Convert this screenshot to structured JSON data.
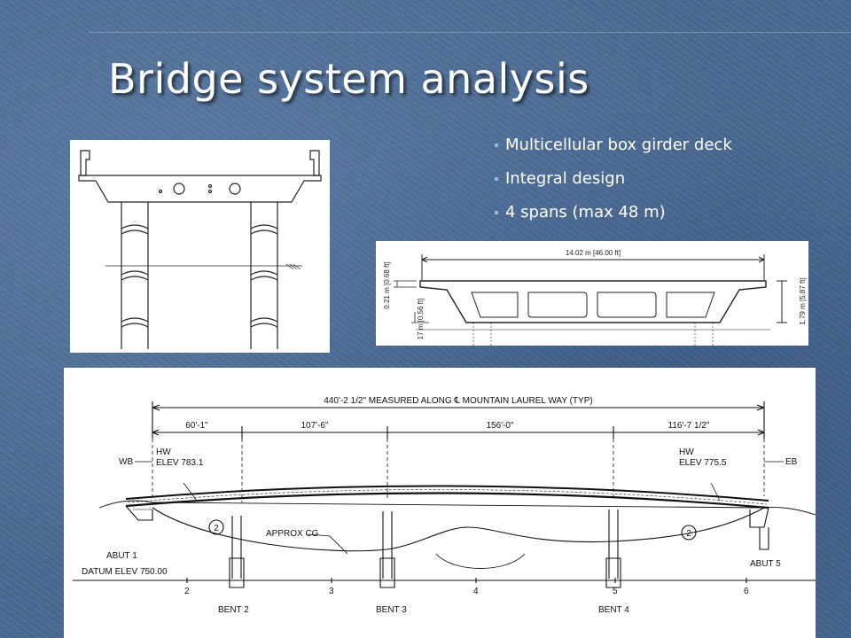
{
  "slide": {
    "title": "Bridge system analysis",
    "bullets": [
      "Multicellular box girder deck",
      "Integral design",
      "4 spans (max  48 m)"
    ]
  },
  "cross_section": {
    "width_label": "14.02 m [46.00 ft]",
    "depth_label": "1.79 m [5.87 ft]",
    "top_slab_label": "0.21 m [0.68 ft]",
    "bottom_slab_label": "17 m [0.56 ft]"
  },
  "elevation": {
    "total_length": "440'-2 1/2\" MEASURED ALONG ℄ MOUNTAIN LAUREL WAY (TYP)",
    "spans": [
      "60'-1\"",
      "107'-6\"",
      "156'-0\"",
      "116'-7 1/2\""
    ],
    "wb_label": "WB",
    "eb_label": "EB",
    "hw_left": "HW",
    "elev_left": "ELEV 783.1",
    "hw_right": "HW",
    "elev_right": "ELEV 775.5",
    "approx_cg": "APPROX CG",
    "callout": "2",
    "abut1": "ABUT 1",
    "abut5": "ABUT 5",
    "datum": "DATUM ELEV 750.00",
    "bents": [
      "BENT 2",
      "BENT 3",
      "BENT 4"
    ],
    "stations": [
      "2",
      "3",
      "4",
      "5",
      "6"
    ]
  }
}
